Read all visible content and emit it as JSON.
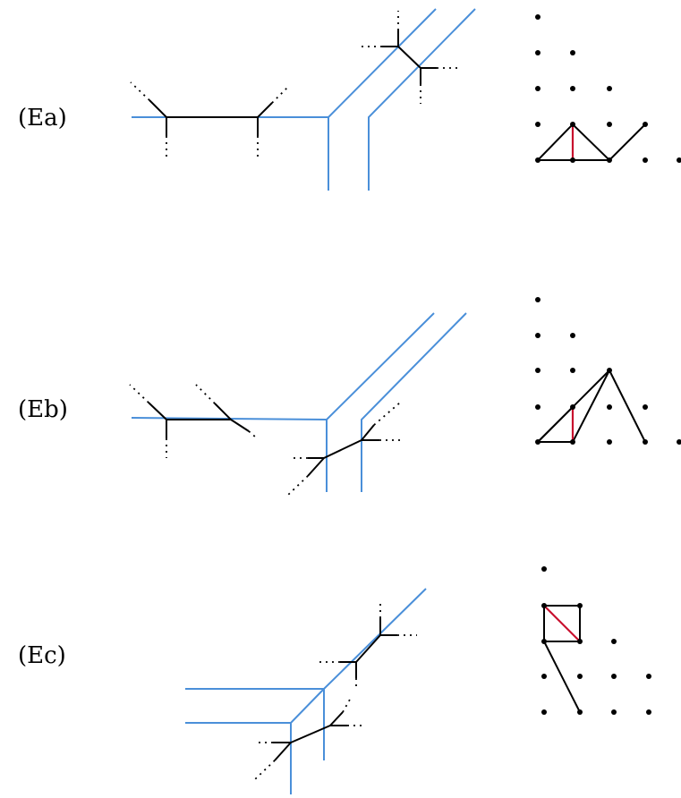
{
  "figure": {
    "panels": [
      {
        "id": "Ea",
        "label": "(Ea)"
      },
      {
        "id": "Eb",
        "label": "(Eb)"
      },
      {
        "id": "Ec",
        "label": "(Ec)"
      }
    ],
    "colors": {
      "blue_edges": "#4a8fd9",
      "black_edges": "#000000",
      "red_edge": "#c8102e",
      "background": "#ffffff"
    }
  }
}
